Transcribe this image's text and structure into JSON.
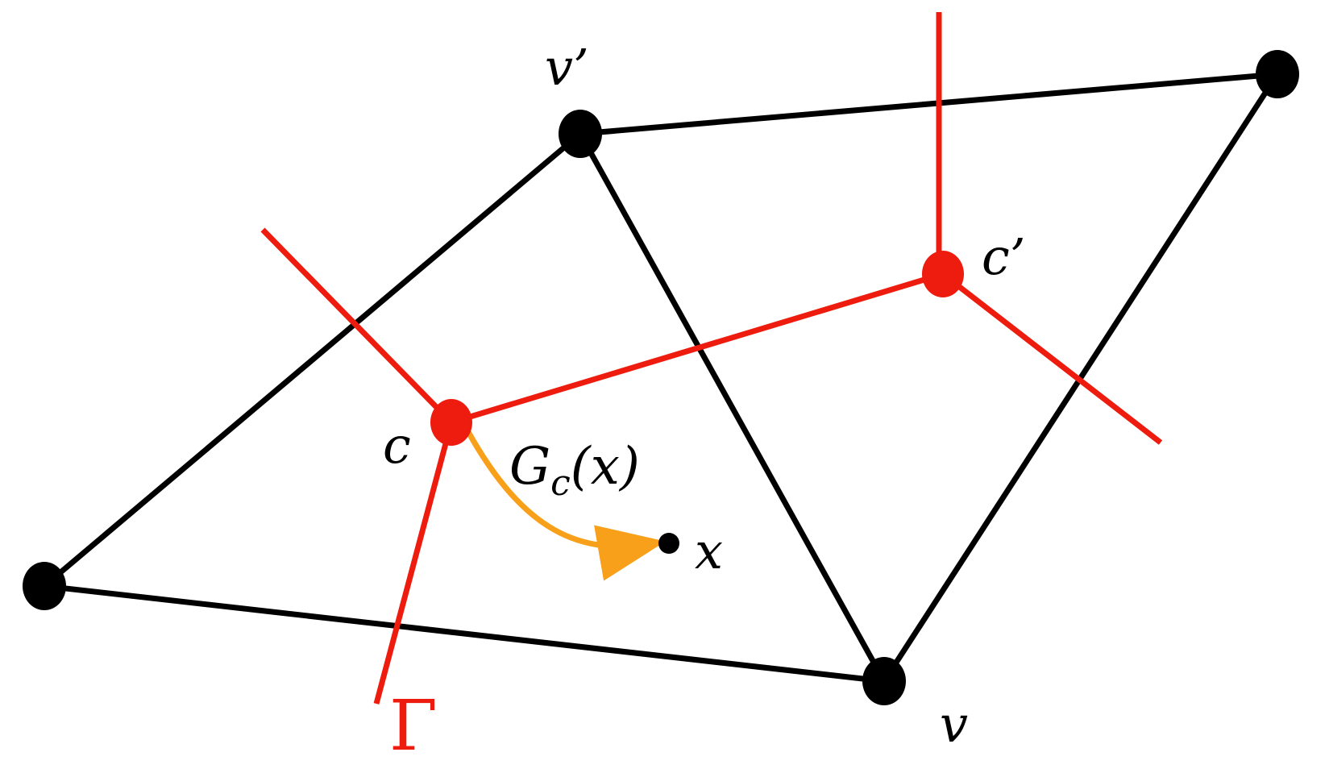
{
  "colors": {
    "black": "#000000",
    "red": "#ee1c0e",
    "orange": "#f8a01a",
    "background": "#ffffff"
  },
  "labels": {
    "v_prime": "v’",
    "v": "v",
    "c": "c",
    "c_prime": "c’",
    "green_func_G": "G",
    "green_func_sub": "c",
    "green_func_arg": "(x)",
    "x": "x",
    "gamma": "Γ"
  }
}
